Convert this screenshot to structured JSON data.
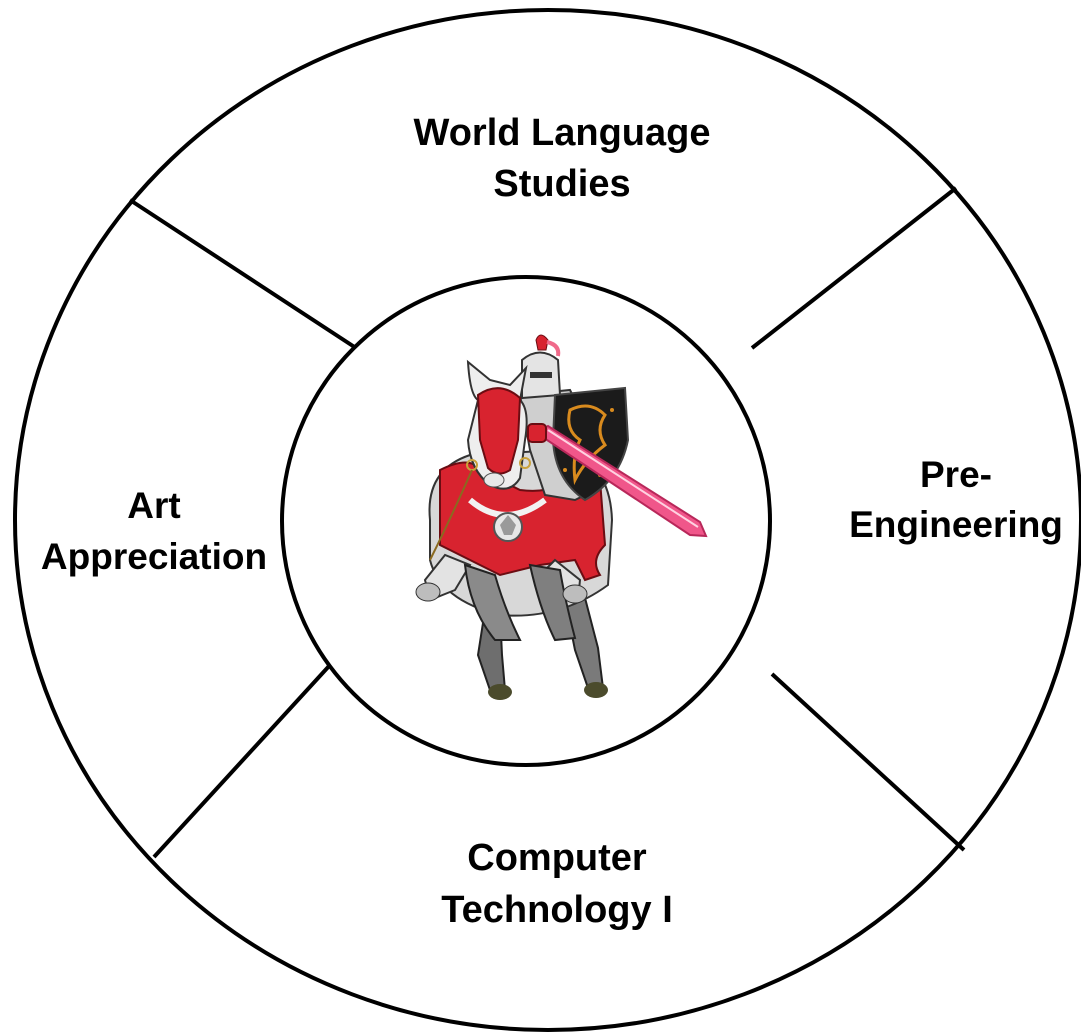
{
  "segments": {
    "top": {
      "line1": "World Language",
      "line2": "Studies"
    },
    "right": {
      "line1": "Pre-",
      "line2": "Engineering"
    },
    "bottom": {
      "line1": "Computer",
      "line2": "Technology I"
    },
    "left": {
      "line1": "Art",
      "line2": "Appreciation"
    }
  },
  "center": {
    "icon": "knight-on-horseback-icon"
  },
  "colors": {
    "stroke": "#000000",
    "background": "#ffffff",
    "armor_red": "#d8232f",
    "sword_pink": "#f0568a",
    "shield_dark": "#1b1b1b",
    "shield_gold": "#d98b1e"
  }
}
